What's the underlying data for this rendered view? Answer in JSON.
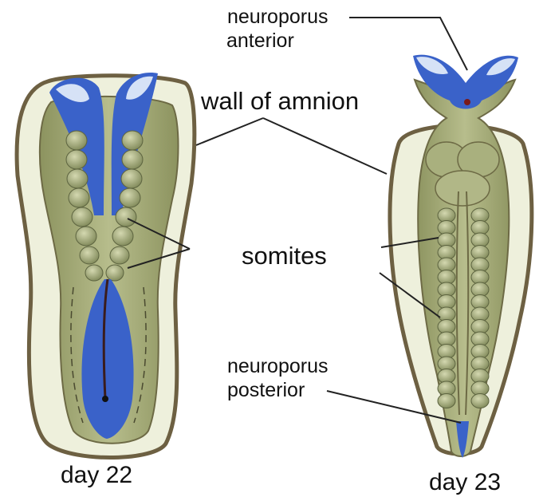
{
  "labels": {
    "neuroporus_anterior_line1": "neuroporus",
    "neuroporus_anterior_line2": "anterior",
    "wall_of_amnion": "wall of amnion",
    "somites": "somites",
    "neuroporus_posterior_line1": "neuroporus",
    "neuroporus_posterior_line2": "posterior",
    "day22": "day 22",
    "day23": "day 23"
  },
  "colors": {
    "neural_tube": "#3a62c9",
    "neural_tube_highlight": "#b9cdf0",
    "embryo_body": "#a3aa7a",
    "embryo_shadow": "#7d8558",
    "somite": "#8f9868",
    "amnion_fill": "#eef0dc",
    "amnion_wall": "#6d6042",
    "leader_line": "#222222"
  },
  "icons": {
    "day22_embryo": "embryo-day-22-dorsal-view",
    "day23_embryo": "embryo-day-23-dorsal-view"
  }
}
